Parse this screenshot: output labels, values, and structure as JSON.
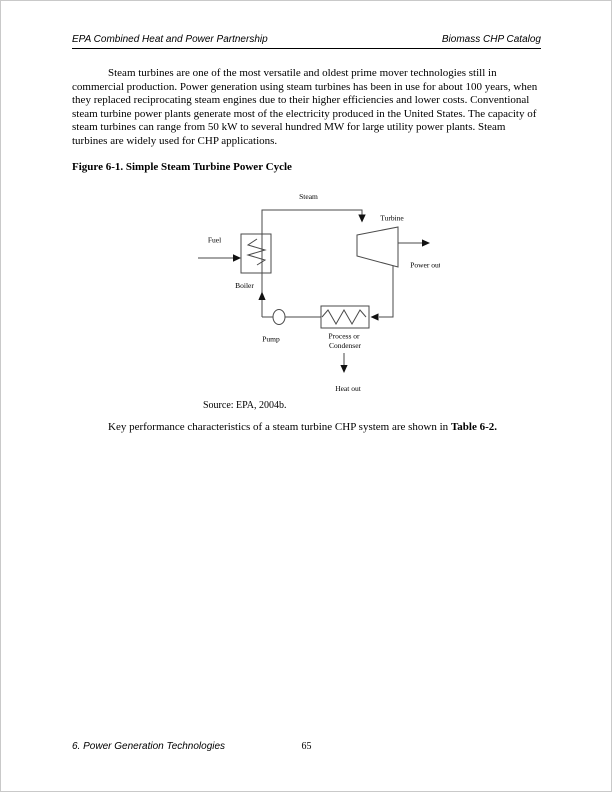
{
  "header": {
    "left_title": "EPA Combined Heat and Power Partnership",
    "right_title": "Biomass CHP Catalog"
  },
  "content": {
    "intro_paragraph": "Steam turbines are one of the most versatile and oldest prime mover technologies still in commercial production. Power generation using steam turbines has been in use for about 100 years, when they replaced reciprocating steam engines due to their higher efficiencies and lower costs. Conventional steam turbine power plants generate most of the electricity produced in the United States. The capacity of steam turbines can range from 50 kW to several hundred MW for large utility power plants. Steam turbines are widely used for CHP applications.",
    "figure_caption": "Figure 6-1. Simple Steam Turbine Power Cycle",
    "figure_source": "Source: EPA, 2004b.",
    "closing_sentence": "Key performance characteristics of a steam turbine CHP system are shown in ",
    "closing_reference": "Table 6-2."
  },
  "diagram": {
    "labels": {
      "steam": "Steam",
      "turbine": "Turbine",
      "fuel": "Fuel",
      "boiler": "Boiler",
      "pump": "Pump",
      "power_out": "Power out",
      "process_or": "Process or",
      "condenser": "Condenser",
      "heat_out": "Heat out"
    }
  },
  "footer": {
    "section": "6. Power Generation Technologies",
    "page_number": "65"
  },
  "colors": {
    "diagram_line": "#4a4a4a",
    "arrowhead": "#111111",
    "text": "#000000",
    "page_background": "#ffffff"
  }
}
